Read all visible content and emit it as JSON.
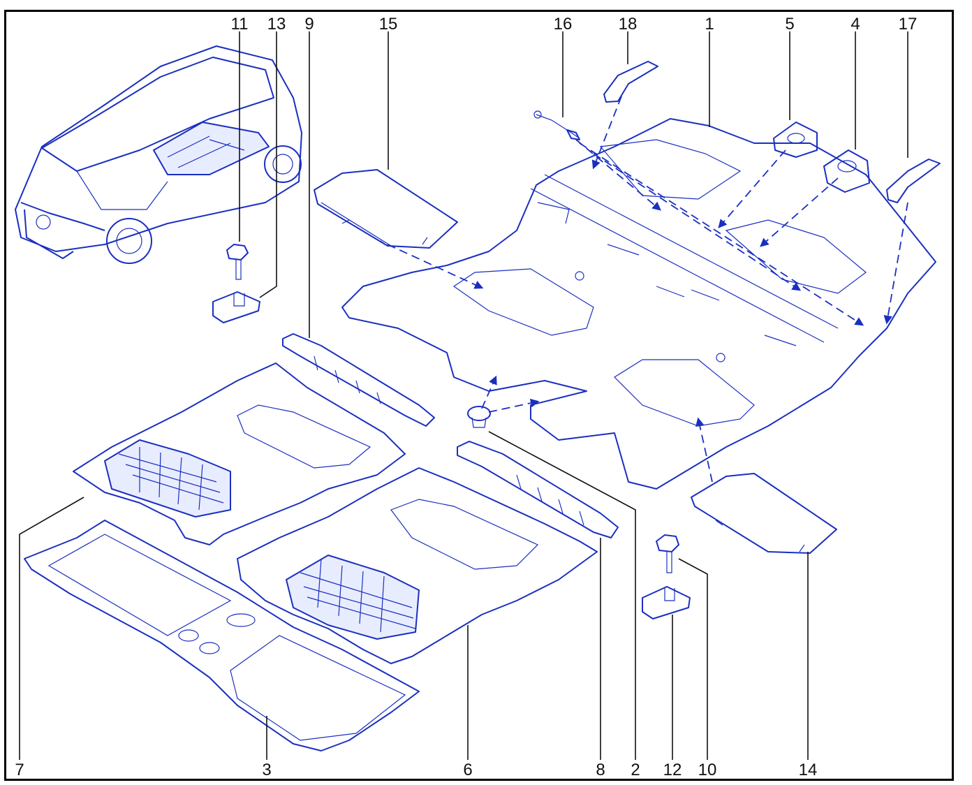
{
  "callouts": {
    "c1": "1",
    "c2": "2",
    "c3": "3",
    "c4": "4",
    "c5": "5",
    "c6": "6",
    "c7": "7",
    "c8": "8",
    "c9": "9",
    "c10": "10",
    "c11": "11",
    "c12": "12",
    "c13": "13",
    "c14": "14",
    "c15": "15",
    "c16": "16",
    "c17": "17",
    "c18": "18"
  },
  "colors": {
    "line": "#1a2fc0",
    "label": "#111111",
    "border": "#000000"
  }
}
